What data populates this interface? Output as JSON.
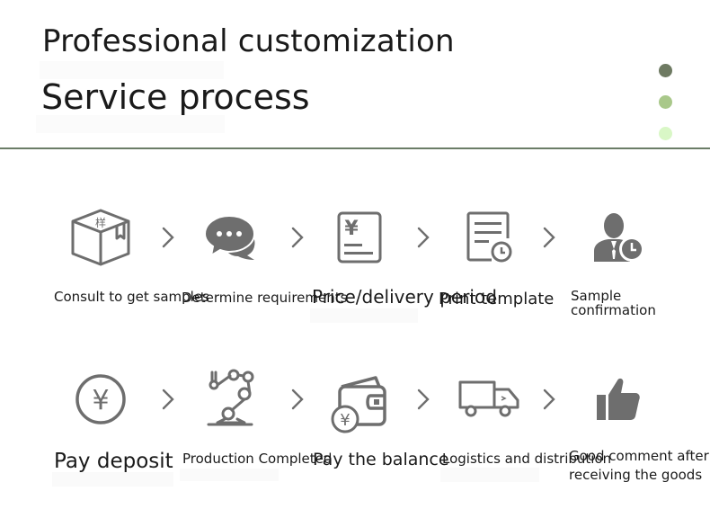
{
  "header": {
    "title": "Professional customization",
    "subtitle": "Service process"
  },
  "colors": {
    "divider": "#6b7d67",
    "icon_gray": "#6e6e6e",
    "dot_dark": "#6e7a62",
    "dot_mid": "#a9c88a",
    "dot_light": "#d9f7c6"
  },
  "steps": [
    {
      "label": "Consult to get samples",
      "icon": "package-box-icon",
      "box_glyph": "样"
    },
    {
      "label": "Determine requirements",
      "icon": "chat-bubbles-icon"
    },
    {
      "label": "Price/delivery period",
      "icon": "price-document-icon",
      "doc_glyph": "¥"
    },
    {
      "label": "Print template",
      "icon": "document-clock-icon"
    },
    {
      "label": "Sample\nconfirmation",
      "icon": "person-clock-icon"
    },
    {
      "label": "Pay deposit",
      "icon": "yen-coin-icon",
      "coin_glyph": "¥"
    },
    {
      "label": "Production Completed",
      "icon": "robot-arm-icon"
    },
    {
      "label": "Pay the balance",
      "icon": "wallet-icon",
      "coin_glyph": "¥"
    },
    {
      "label": "Logistics and distribution",
      "icon": "delivery-truck-icon"
    },
    {
      "label": "Good comment after\nreceiving the goods",
      "icon": "thumbs-up-icon"
    }
  ]
}
